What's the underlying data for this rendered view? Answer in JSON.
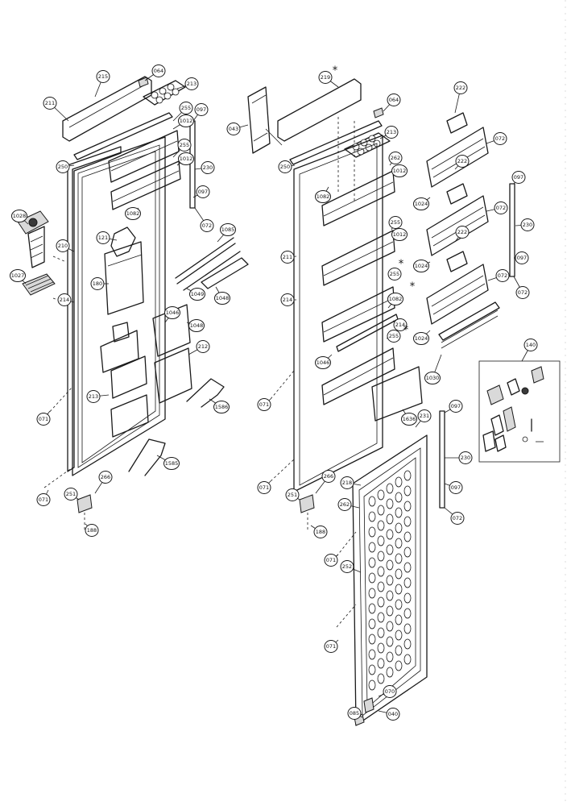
{
  "diagram": {
    "callouts": [
      {
        "id": "c-215-l",
        "label": "215"
      },
      {
        "id": "c-211-l",
        "label": "211"
      },
      {
        "id": "c-064-l",
        "label": "064"
      },
      {
        "id": "c-213-l",
        "label": "213"
      },
      {
        "id": "c-255-l1",
        "label": "255"
      },
      {
        "id": "c-1012-l1",
        "label": "1012"
      },
      {
        "id": "c-097-l1",
        "label": "097"
      },
      {
        "id": "c-255-l2",
        "label": "255"
      },
      {
        "id": "c-1012-l2",
        "label": "1012"
      },
      {
        "id": "c-230-l",
        "label": "230"
      },
      {
        "id": "c-250-l",
        "label": "250"
      },
      {
        "id": "c-097-l2",
        "label": "097"
      },
      {
        "id": "c-1082-l",
        "label": "1082"
      },
      {
        "id": "c-072-l1",
        "label": "072"
      },
      {
        "id": "c-1028",
        "label": "1028"
      },
      {
        "id": "c-210-l",
        "label": "210"
      },
      {
        "id": "c-1027",
        "label": "1027"
      },
      {
        "id": "c-121",
        "label": "121"
      },
      {
        "id": "c-1085",
        "label": "1085"
      },
      {
        "id": "c-180",
        "label": "180"
      },
      {
        "id": "c-214-l",
        "label": "214"
      },
      {
        "id": "c-1049",
        "label": "1049"
      },
      {
        "id": "c-1048",
        "label": "1048"
      },
      {
        "id": "c-1046",
        "label": "1046"
      },
      {
        "id": "c-1048-b",
        "label": "1048"
      },
      {
        "id": "c-212",
        "label": "212"
      },
      {
        "id": "c-213-b",
        "label": "213"
      },
      {
        "id": "c-1586-a",
        "label": "1586"
      },
      {
        "id": "c-071-l1",
        "label": "071"
      },
      {
        "id": "c-1585",
        "label": "1585"
      },
      {
        "id": "c-071-l2",
        "label": "071"
      },
      {
        "id": "c-251-l",
        "label": "251"
      },
      {
        "id": "c-266",
        "label": "266"
      },
      {
        "id": "c-188-l",
        "label": "188"
      },
      {
        "id": "c-043",
        "label": "043"
      },
      {
        "id": "c-219",
        "label": "219"
      },
      {
        "id": "c-064-r",
        "label": "064"
      },
      {
        "id": "c-213-r",
        "label": "213"
      },
      {
        "id": "c-250-r",
        "label": "250"
      },
      {
        "id": "c-262-r",
        "label": "262"
      },
      {
        "id": "c-1012-r1",
        "label": "1012"
      },
      {
        "id": "c-1082-r",
        "label": "1082"
      },
      {
        "id": "c-255-r1",
        "label": "255"
      },
      {
        "id": "c-1012-r2",
        "label": "1012"
      },
      {
        "id": "c-211-r",
        "label": "211"
      },
      {
        "id": "c-255-r2",
        "label": "255"
      },
      {
        "id": "c-214-r",
        "label": "214"
      },
      {
        "id": "c-1082-r2",
        "label": "1082"
      },
      {
        "id": "c-214-r2",
        "label": "214"
      },
      {
        "id": "c-255-r3",
        "label": "255"
      },
      {
        "id": "c-1046-r",
        "label": "1046"
      },
      {
        "id": "c-071-r1",
        "label": "071"
      },
      {
        "id": "c-1636",
        "label": "1636"
      },
      {
        "id": "c-071-r2",
        "label": "071"
      },
      {
        "id": "c-251-r",
        "label": "251"
      },
      {
        "id": "c-266-r",
        "label": "266"
      },
      {
        "id": "c-188-r",
        "label": "188"
      },
      {
        "id": "c-222",
        "label": "222"
      },
      {
        "id": "c-072-a",
        "label": "072"
      },
      {
        "id": "c-222-b",
        "label": "222"
      },
      {
        "id": "c-1024",
        "label": "1024"
      },
      {
        "id": "c-072-b",
        "label": "072"
      },
      {
        "id": "c-097-r1",
        "label": "097"
      },
      {
        "id": "c-230-r",
        "label": "230"
      },
      {
        "id": "c-222-c",
        "label": "222"
      },
      {
        "id": "c-1024-b",
        "label": "1024"
      },
      {
        "id": "c-072-c",
        "label": "072"
      },
      {
        "id": "c-097-r2",
        "label": "097"
      },
      {
        "id": "c-1024-c",
        "label": "1024"
      },
      {
        "id": "c-072-d",
        "label": "072"
      },
      {
        "id": "c-1030",
        "label": "1030"
      },
      {
        "id": "c-140",
        "label": "140"
      },
      {
        "id": "c-097-r3",
        "label": "097"
      },
      {
        "id": "c-231",
        "label": "231"
      },
      {
        "id": "c-230-r2",
        "label": "230"
      },
      {
        "id": "c-097-r4",
        "label": "097"
      },
      {
        "id": "c-072-e",
        "label": "072"
      },
      {
        "id": "c-218",
        "label": "218"
      },
      {
        "id": "c-262-f",
        "label": "262"
      },
      {
        "id": "c-071-f1",
        "label": "071"
      },
      {
        "id": "c-252",
        "label": "252"
      },
      {
        "id": "c-071-f2",
        "label": "071"
      },
      {
        "id": "c-070",
        "label": "070"
      },
      {
        "id": "c-085",
        "label": "085"
      },
      {
        "id": "c-040",
        "label": "040"
      }
    ],
    "markers": [
      "*",
      "*",
      "*",
      "*"
    ]
  }
}
